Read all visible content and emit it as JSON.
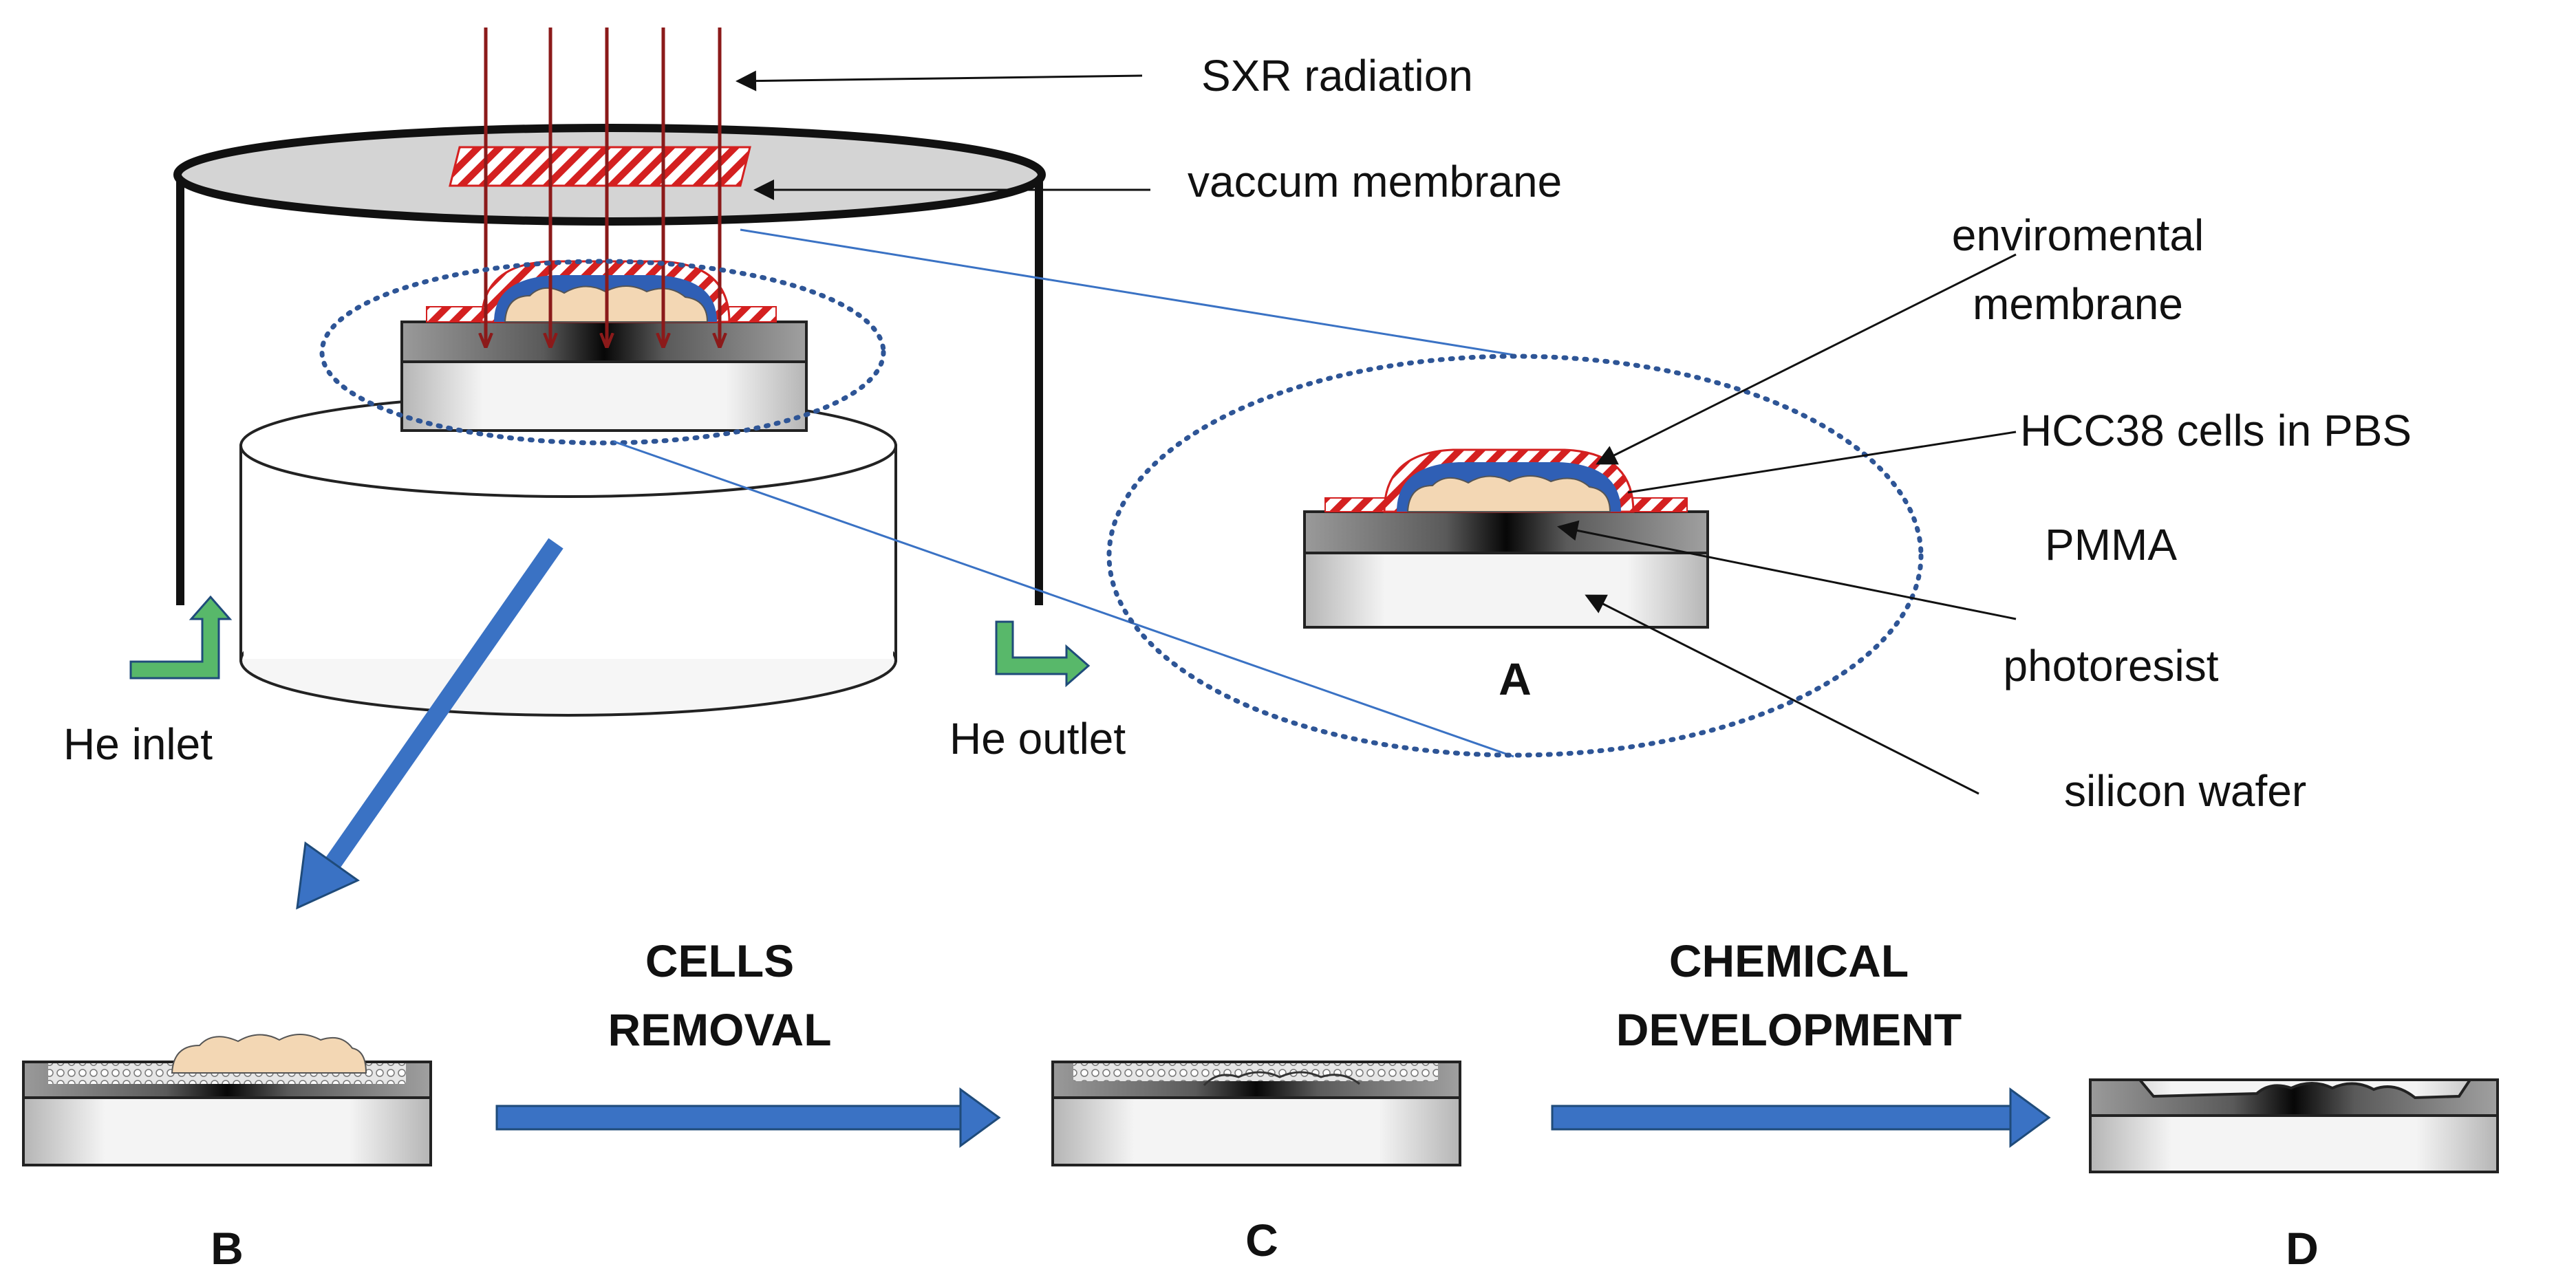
{
  "labels": {
    "sxr_radiation": "SXR radiation",
    "vaccum_membrane": "vaccum membrane",
    "enviromental_membrane_line1": "enviromental",
    "enviromental_membrane_line2": "membrane",
    "hcc38_cells": "HCC38 cells in PBS",
    "pmma_line1": "PMMA",
    "pmma_line2": "photoresist",
    "silicon_wafer": "silicon wafer",
    "he_inlet": "He inlet",
    "he_outlet": "He outlet",
    "cells_removal_line1": "CELLS",
    "cells_removal_line2": "REMOVAL",
    "chemical_development_line1": "CHEMICAL",
    "chemical_development_line2": "DEVELOPMENT"
  },
  "panels": {
    "a": "A",
    "b": "B",
    "c": "C",
    "d": "D"
  },
  "colors": {
    "radiation": "#8b1a1a",
    "membrane_hatch": "#d42020",
    "cells_fill": "#f3d7b4",
    "pbs_blue": "#2f5fb5",
    "process_arrow": "#3a72c4",
    "he_arrow": "#58b86a",
    "dotted_ellipse": "#2e5596"
  }
}
